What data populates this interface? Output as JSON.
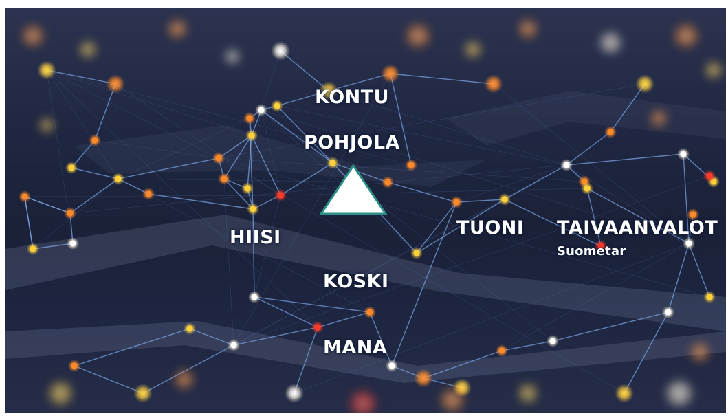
{
  "labels": {
    "kontu": "KONTU",
    "pohjola": "POHJOLA",
    "hiisi": "HIISI",
    "tuoni": "TUONI",
    "taivaanvalot": "TAIVAANVALOT",
    "suometar": "Suometar",
    "koski": "KOSKI",
    "mana": "MANA"
  },
  "marker": {
    "shape": "triangle",
    "fill": "#ffffff",
    "outline": "#2a8f86"
  },
  "colors": {
    "background": "#1c2440",
    "link": "#7fa8e8",
    "node_yellow": "#ffd23a",
    "node_orange": "#ff8a2a",
    "node_red": "#ff3b2a",
    "node_white": "#ffffff"
  }
}
